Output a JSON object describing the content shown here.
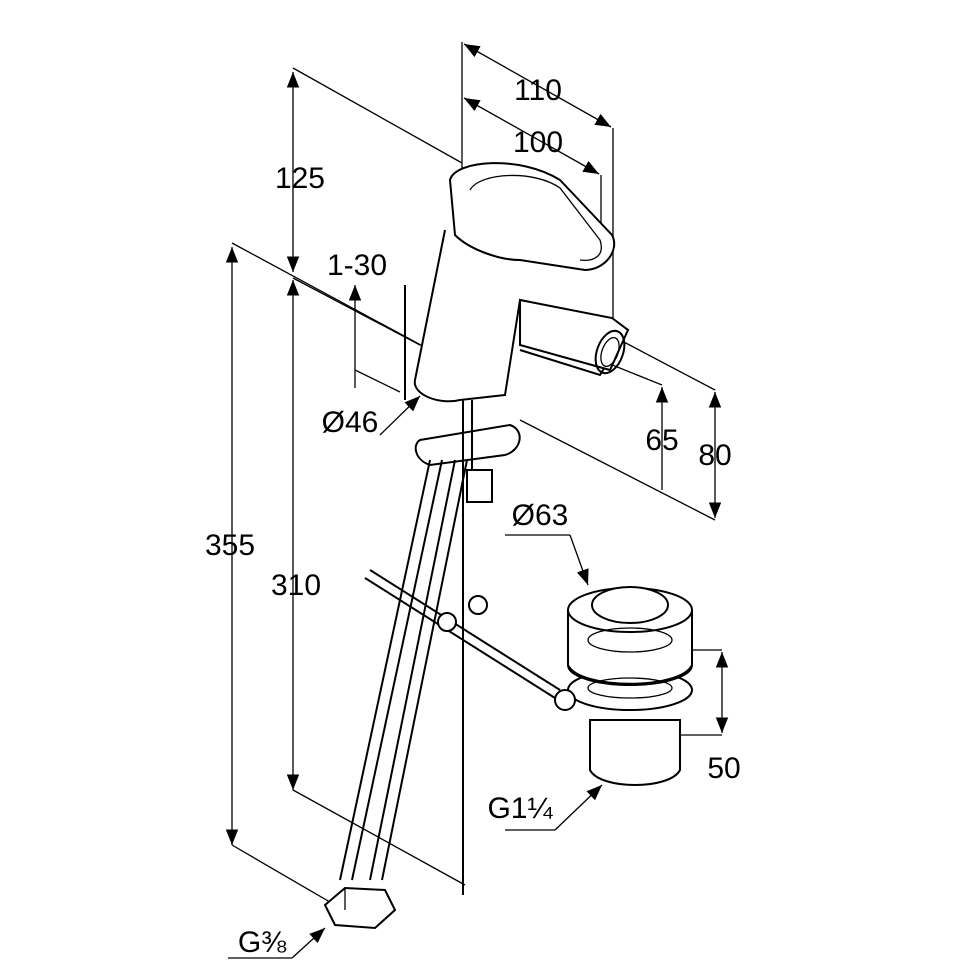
{
  "drawing": {
    "dimensions": {
      "width_total": "110",
      "width_spout": "100",
      "height_top": "125",
      "lever_pull": "1-30",
      "diameter_base": "Ø46",
      "spout_height_65": "65",
      "spout_height_80": "80",
      "diameter_waste": "Ø63",
      "total_height": "355",
      "height_310": "310",
      "waste_height": "50",
      "waste_thread": "G1¼",
      "connection_thread": "G⅜"
    },
    "colors": {
      "line": "#000000",
      "background": "#ffffff"
    }
  }
}
